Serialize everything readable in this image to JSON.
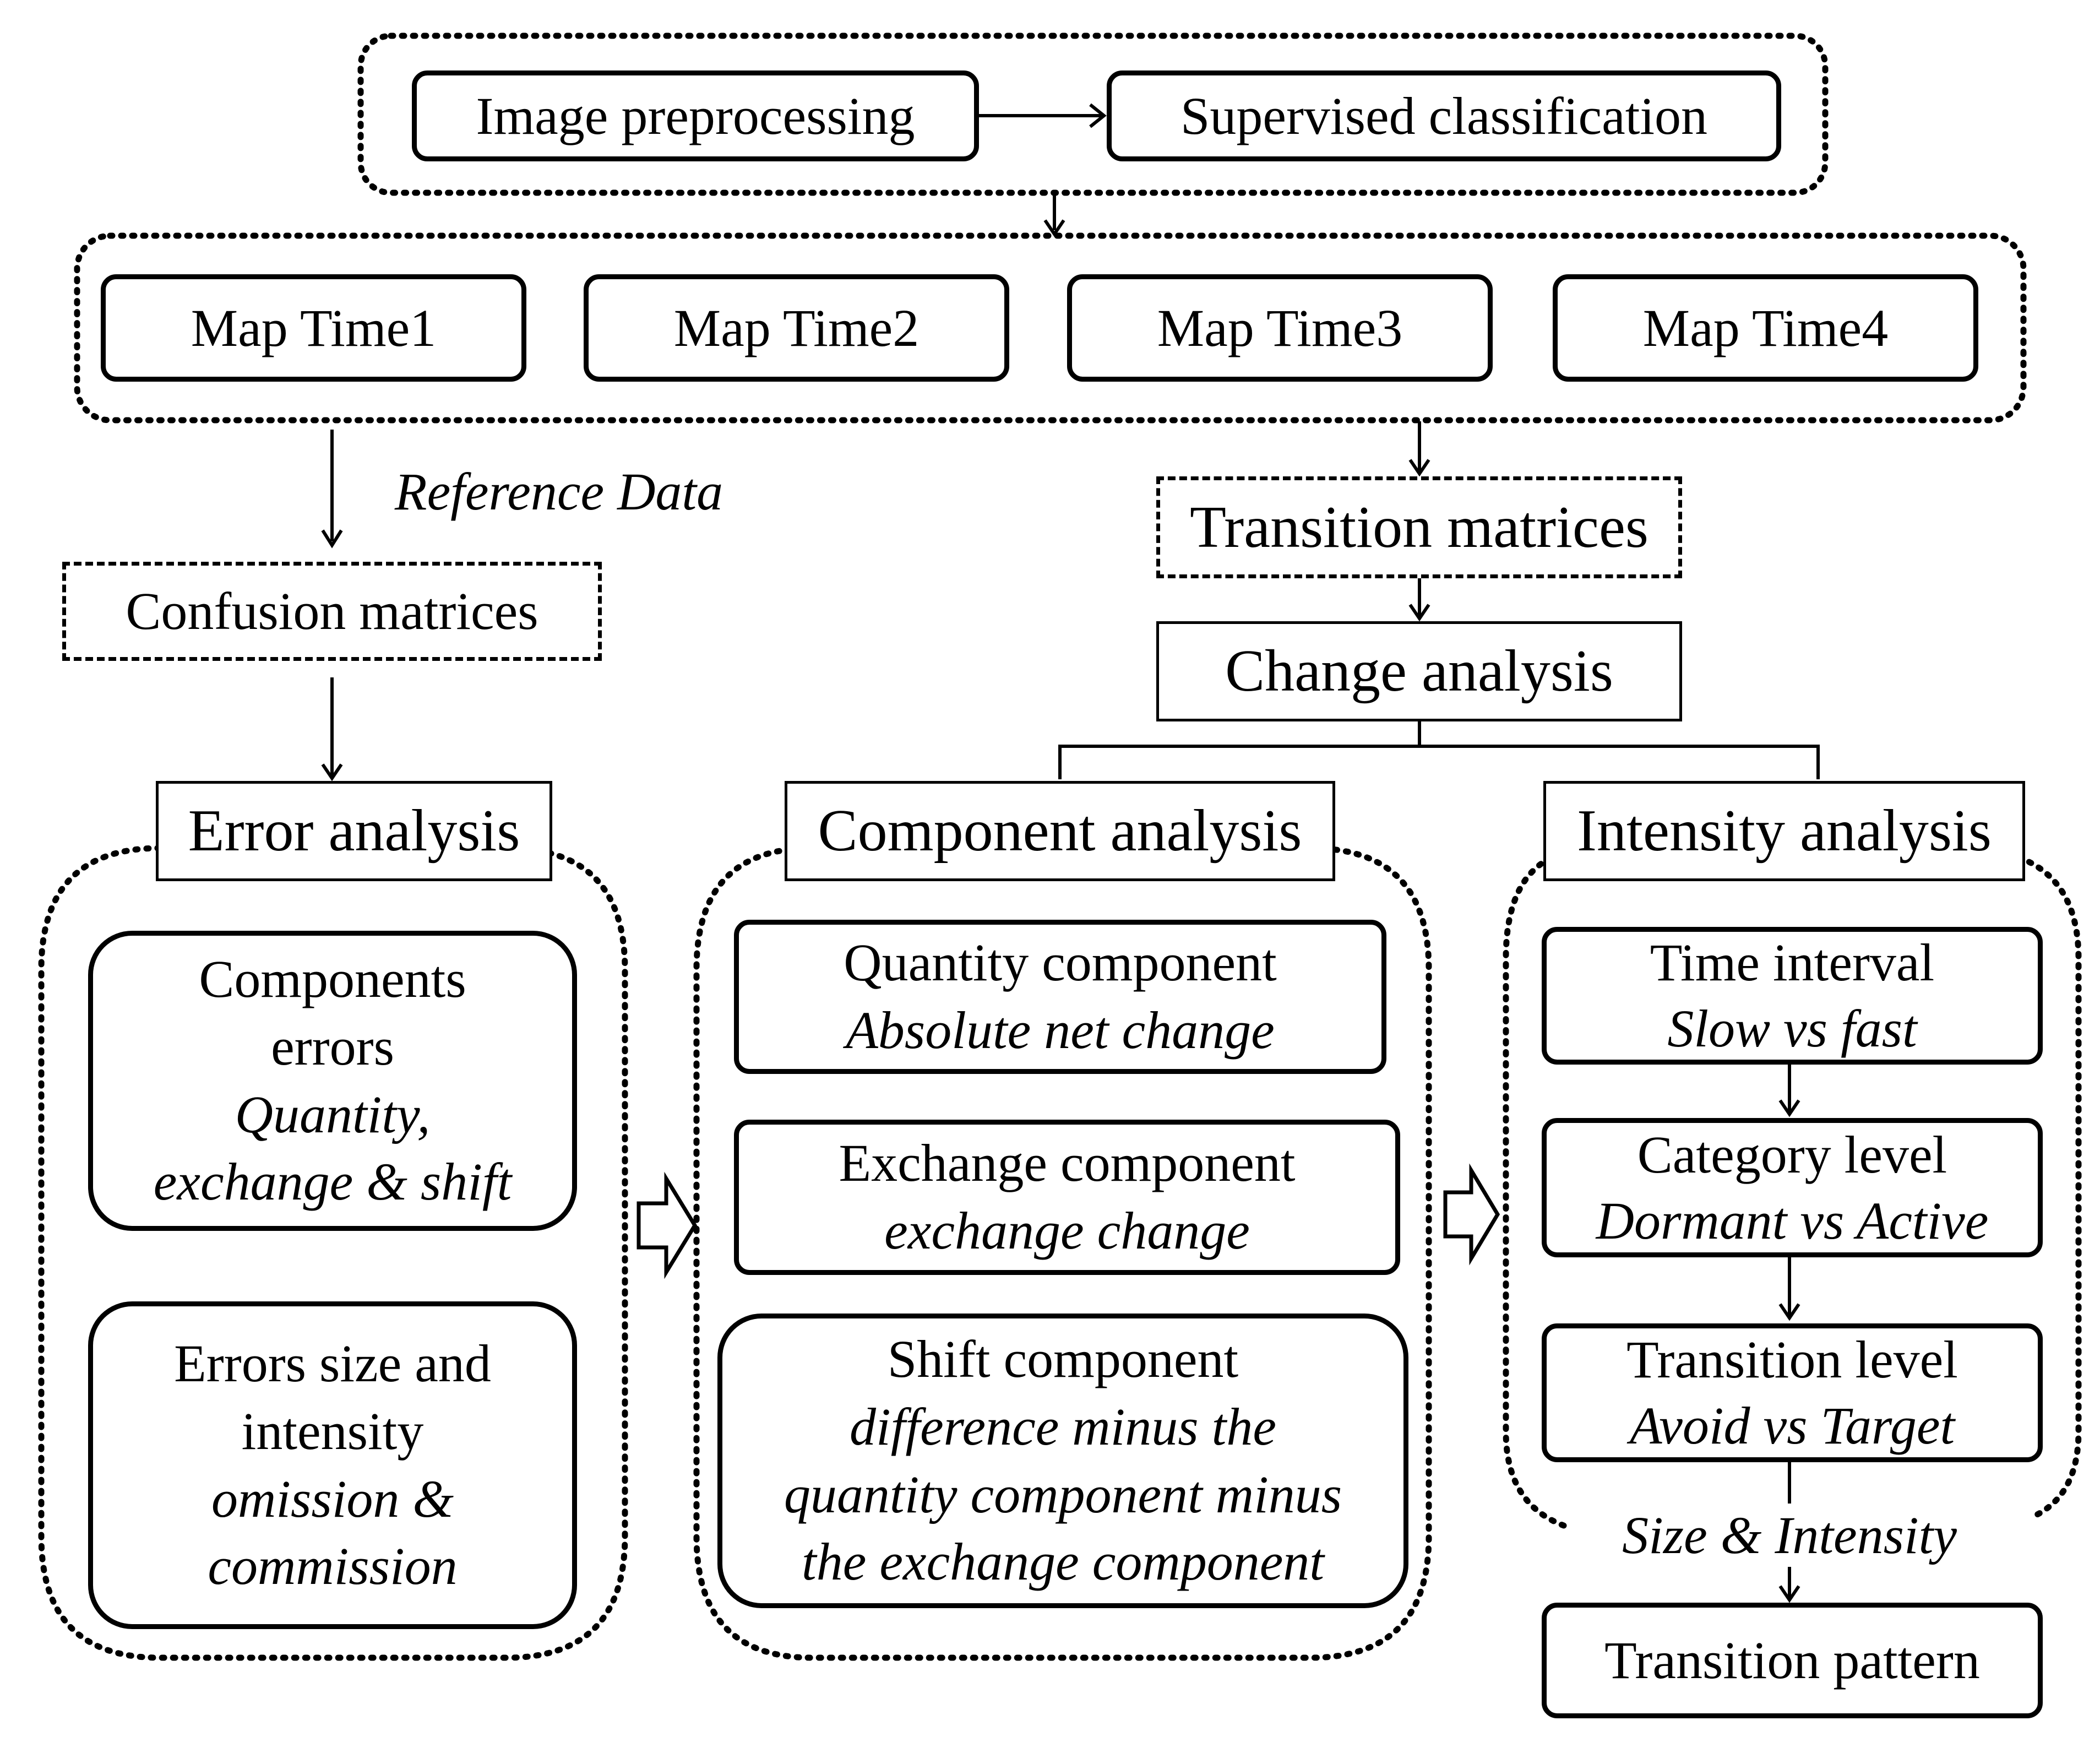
{
  "preprocessing": {
    "step1": "Image preprocessing",
    "step2": "Supervised classification"
  },
  "maps": [
    "Map Time1",
    "Map Time2",
    "Map Time3",
    "Map Time4"
  ],
  "reference_label": "Reference Data",
  "confusion": "Confusion matrices",
  "transition_matrices": "Transition matrices",
  "change_analysis": "Change analysis",
  "error": {
    "title": "Error analysis",
    "box1": {
      "line1": "Components",
      "line2": "errors",
      "line3": "Quantity,",
      "line4": "exchange & shift"
    },
    "box2": {
      "line1": "Errors size and",
      "line2": "intensity",
      "line3": "omission &",
      "line4": "commission"
    }
  },
  "component": {
    "title": "Component analysis",
    "quantity": {
      "title": "Quantity component",
      "desc": "Absolute net change"
    },
    "exchange": {
      "title": "Exchange component",
      "desc": "exchange change"
    },
    "shift": {
      "title": "Shift component",
      "desc1": "difference minus the",
      "desc2": "quantity component minus",
      "desc3": "the exchange component"
    }
  },
  "intensity": {
    "title": "Intensity analysis",
    "time": {
      "title": "Time interval",
      "desc": "Slow vs fast"
    },
    "category": {
      "title": "Category level",
      "desc": "Dormant vs Active"
    },
    "transition": {
      "title": "Transition level",
      "desc": "Avoid vs Target"
    },
    "size_label": "Size & Intensity",
    "pattern": "Transition pattern"
  }
}
